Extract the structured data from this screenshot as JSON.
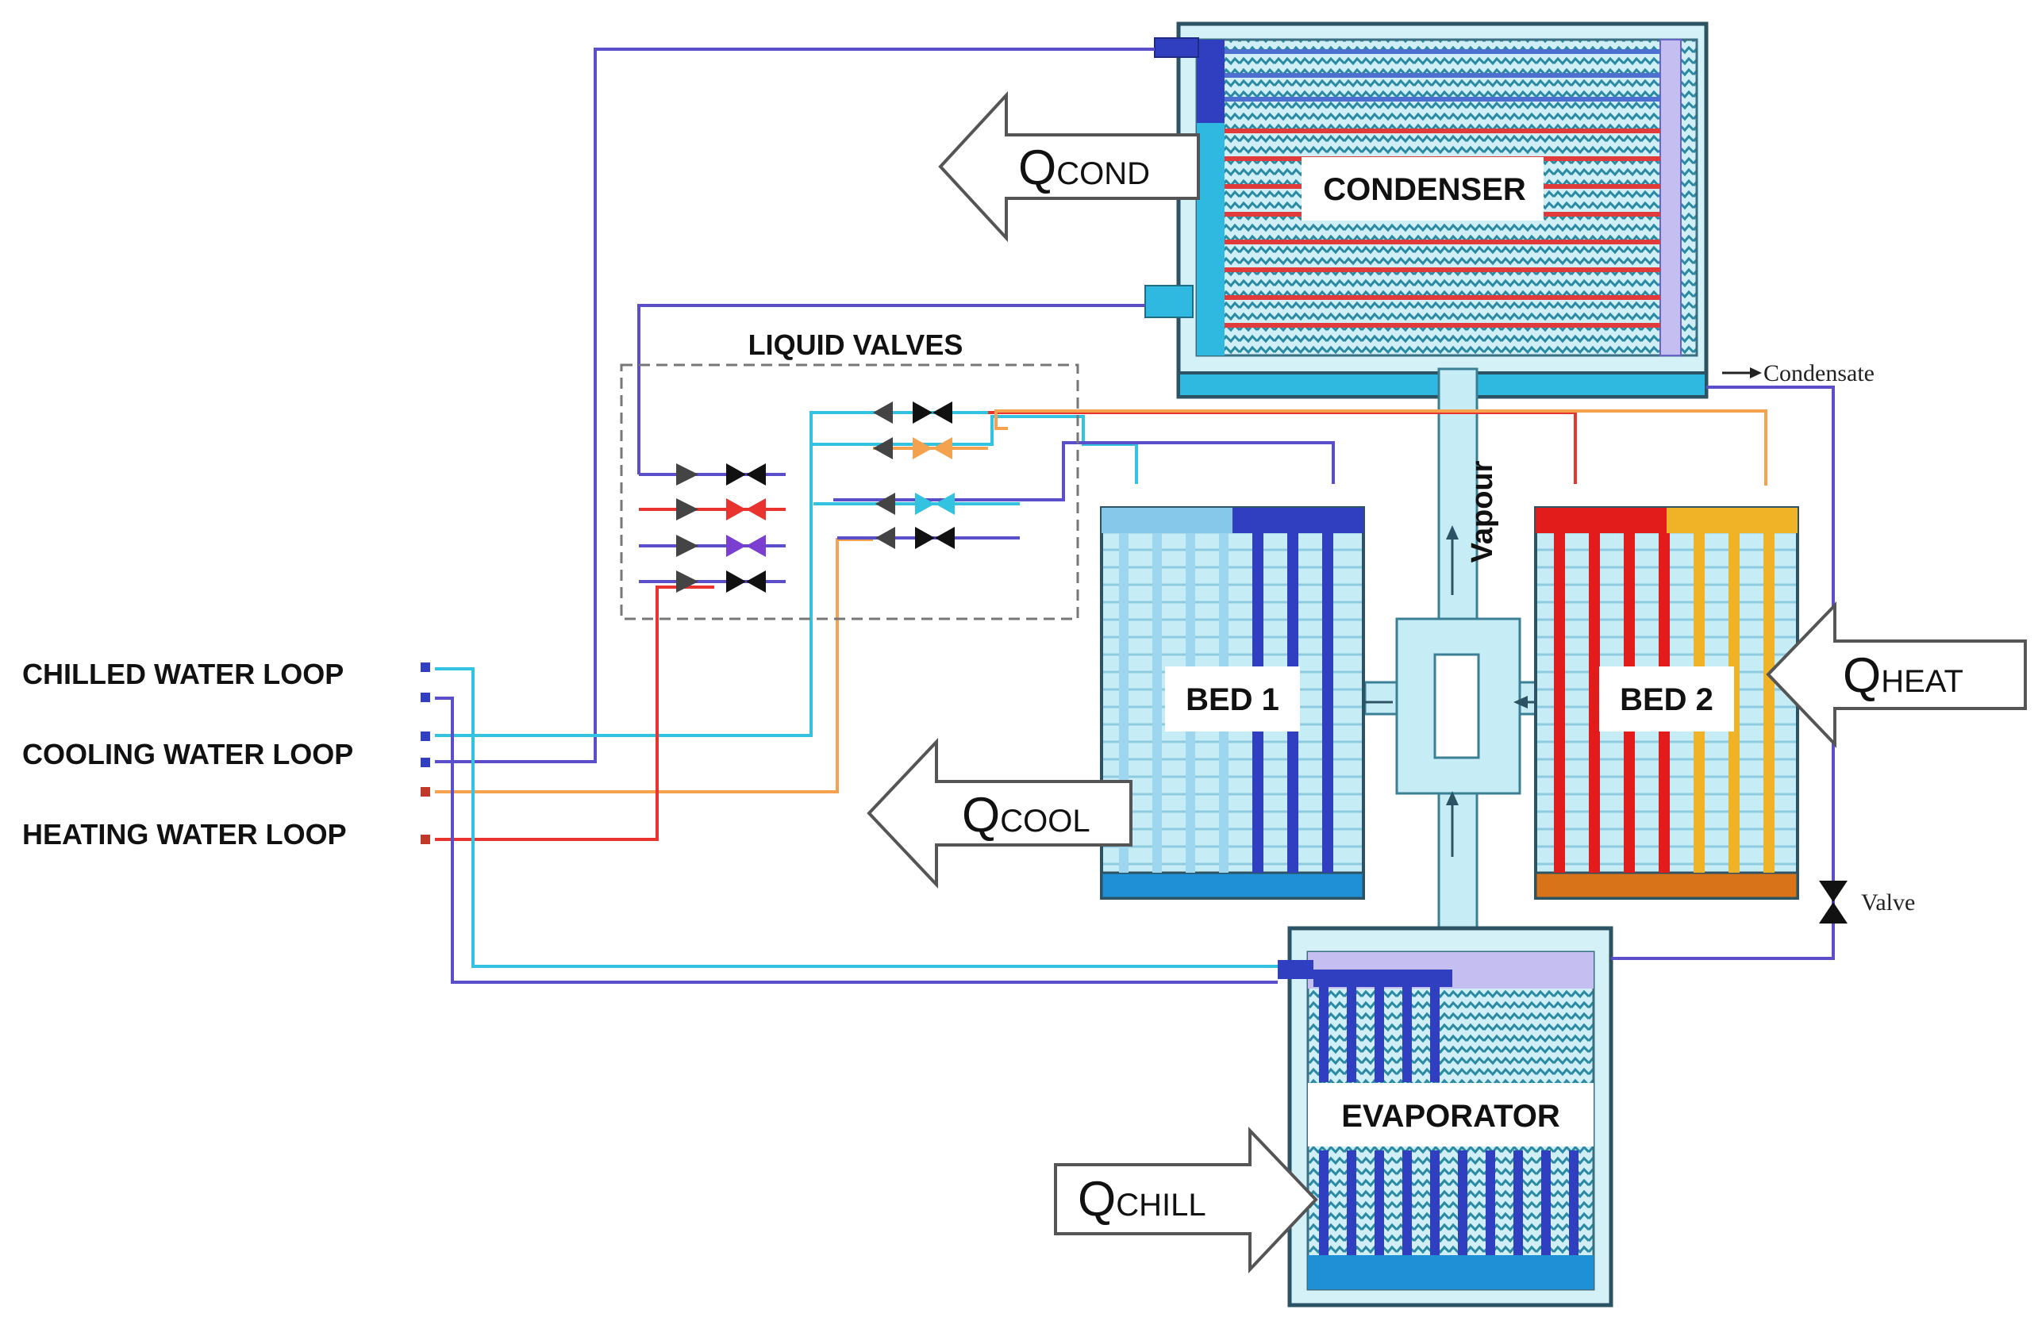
{
  "components": {
    "condenser": "CONDENSER",
    "bed1": "BED 1",
    "bed2": "BED 2",
    "evaporator": "EVAPORATOR",
    "liquid_valves": "LIQUID VALVES",
    "vapour": "Vapour",
    "condensate": "Condensate",
    "valve": "Valve"
  },
  "loops": {
    "chilled": "CHILLED WATER LOOP",
    "cooling": "COOLING WATER LOOP",
    "heating": "HEATING WATER LOOP"
  },
  "heat_flows": {
    "q_letter": "Q",
    "cond": "COND",
    "cool": "COOL",
    "heat": "HEAT",
    "chill": "CHILL"
  },
  "colors": {
    "chilled": "#33c3e0",
    "cooling": "#5a4fc9",
    "heating": "#e8332f",
    "heating_return": "#f4a24e",
    "bed_fill": "#bfe9f3",
    "bed1_cold": "#2e3bb7",
    "bed2_hot": "#e21b1b",
    "bed2_warm": "#f0b226"
  }
}
